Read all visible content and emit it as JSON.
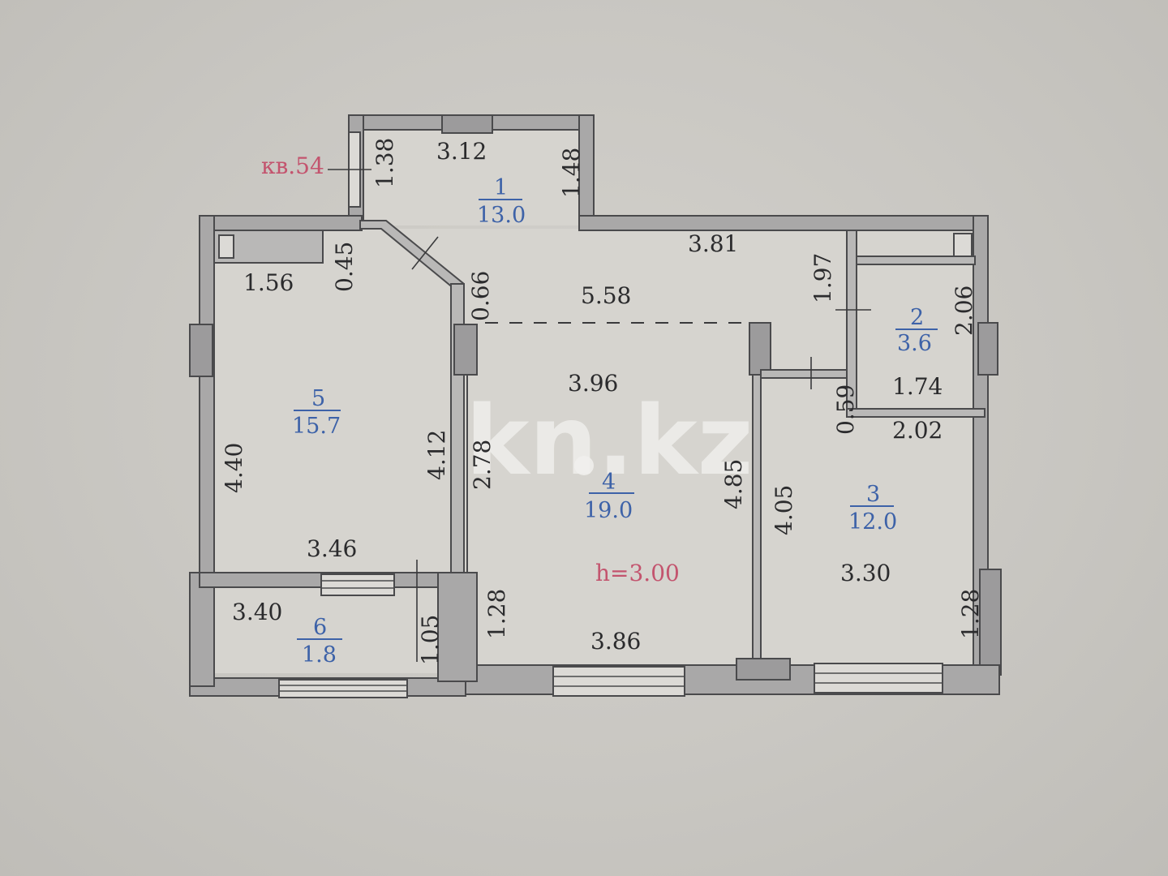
{
  "apartment_label": "кв.54",
  "ceiling_height": "h=3.00",
  "watermark": "kn.kz",
  "colors": {
    "paper": "#cfcdc8",
    "wall": "#a9a8a8",
    "outline": "#4a4a4c",
    "room_label": "#3d62a8",
    "accent_red": "#c3546e",
    "dimension_text": "#2b2b2d"
  },
  "rooms": [
    {
      "number": "1",
      "area": "13.0"
    },
    {
      "number": "2",
      "area": "3.6"
    },
    {
      "number": "3",
      "area": "12.0"
    },
    {
      "number": "4",
      "area": "19.0"
    },
    {
      "number": "5",
      "area": "15.7"
    },
    {
      "number": "6",
      "area": "1.8"
    }
  ],
  "dimensions": {
    "hall_top_width": "3.12",
    "hall_left_depth": "1.38",
    "hall_right_depth": "1.48",
    "corridor_width": "3.81",
    "corridor_length": "5.58",
    "closet_left_width": "1.56",
    "closet_left_depth": "0.45",
    "diag_wall_offset": "0.66",
    "bath_depth_left": "1.97",
    "bath_depth_right": "2.06",
    "bath_width": "1.74",
    "bath_step": "0.59",
    "bedroom_right_top": "2.02",
    "living_top": "3.96",
    "living_left": "2.78",
    "living_right": "4.85",
    "living_bottom_left": "1.28",
    "living_bottom": "3.86",
    "bedroom_left_left": "4.40",
    "bedroom_left_right": "4.12",
    "bedroom_left_bottom": "3.46",
    "bedroom_right_left": "4.05",
    "bedroom_right_bottom": "3.30",
    "bedroom_right_corner": "1.28",
    "balcony_width": "3.40",
    "balcony_depth": "1.05"
  }
}
